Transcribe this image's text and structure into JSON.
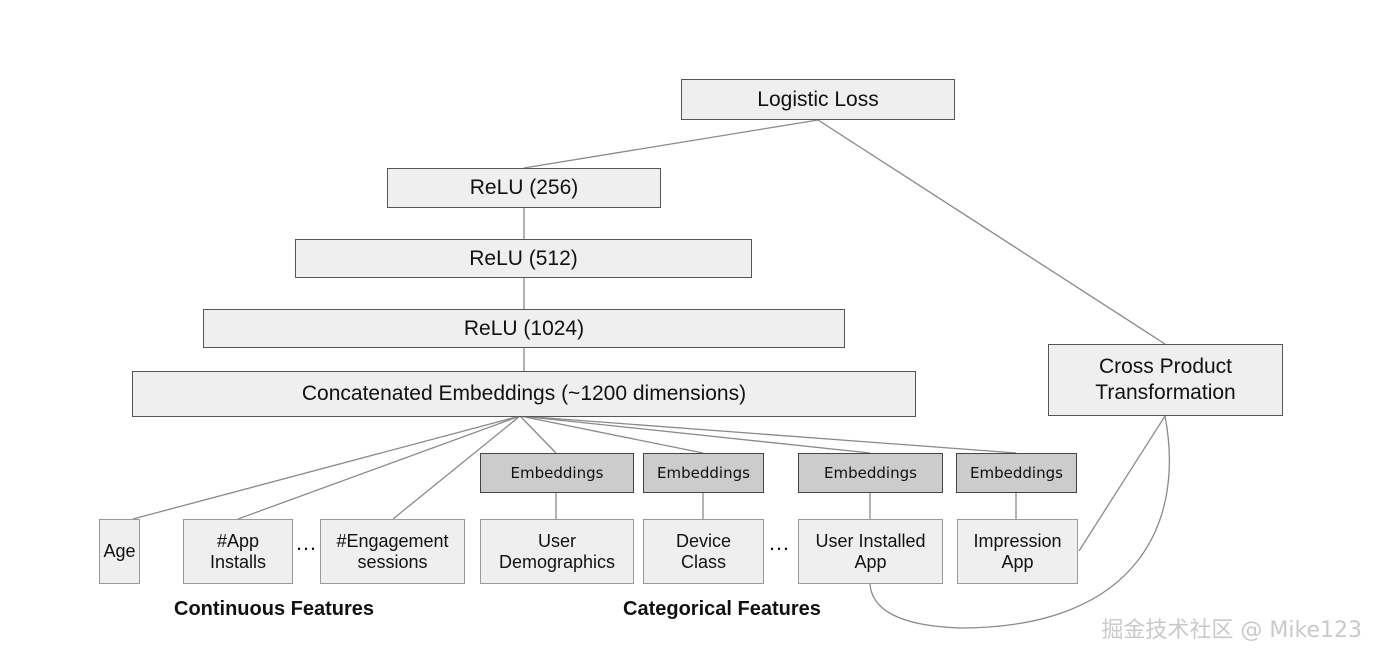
{
  "top": {
    "output": "Logistic Loss"
  },
  "hidden_layers": [
    "ReLU (256)",
    "ReLU (512)",
    "ReLU (1024)"
  ],
  "concat": "Concatenated Embeddings (~1200 dimensions)",
  "cross": "Cross Product\nTransformation",
  "embedding_label": "Embeddings",
  "continuous": {
    "title": "Continuous Features",
    "items": [
      "Age",
      "#App\nInstalls",
      "#Engagement\nsessions"
    ]
  },
  "categorical": {
    "title": "Categorical Features",
    "items": [
      "User\nDemographics",
      "Device\nClass",
      "User Installed\nApp",
      "Impression\nApp"
    ]
  },
  "ellipsis": "…",
  "watermark": "掘金技术社区 @ Mike123"
}
